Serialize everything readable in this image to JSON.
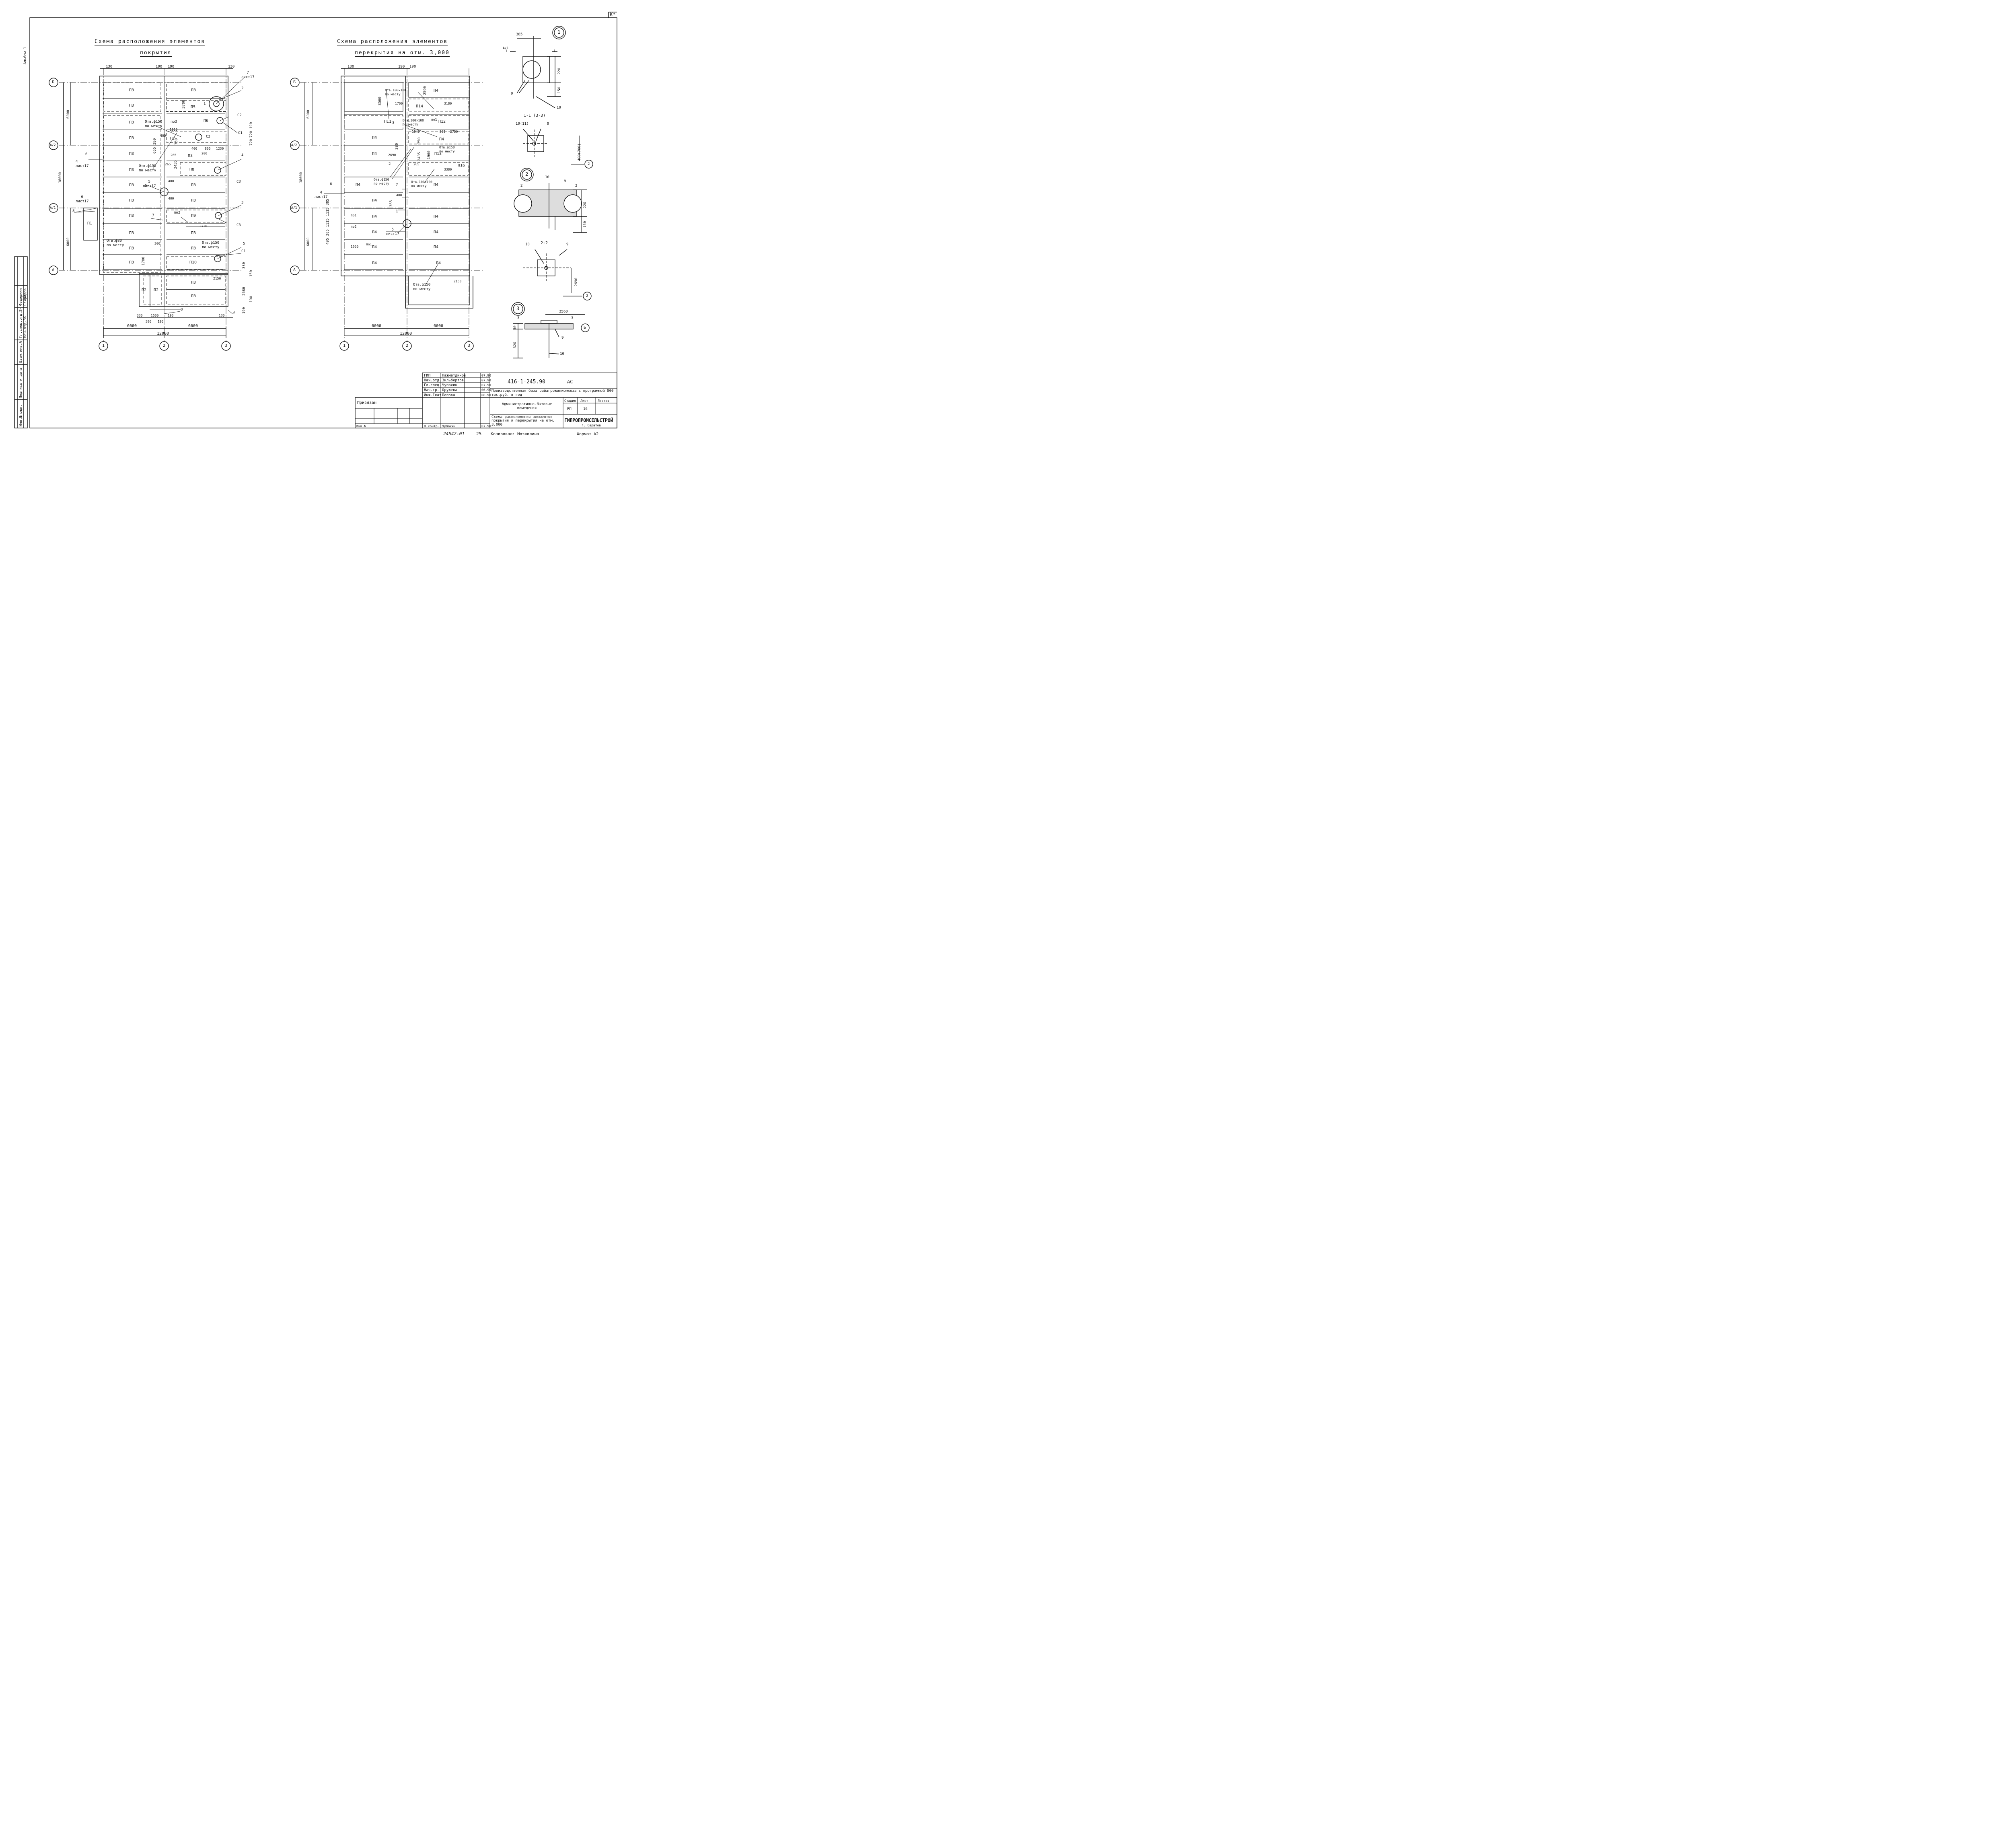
{
  "album_label": "Альбом 1",
  "corner_mark": "К*",
  "left_plan": {
    "title_line1": "Схема расположения элементов",
    "title_line2": "покрытия",
    "top_dims": [
      "130",
      "190",
      "190",
      "130"
    ],
    "axes_rows": [
      "Б",
      "А/2",
      "А/1",
      "А"
    ],
    "axes_cols": [
      "1",
      "2",
      "3"
    ],
    "left_dims": [
      "6000",
      "18000",
      "6000"
    ],
    "bottom_dims": [
      "6000",
      "6000",
      "12000",
      "330",
      "380",
      "1500",
      "190",
      "190",
      "130"
    ],
    "right_dims": [
      "190",
      "720",
      "720",
      "380",
      "150",
      "2680",
      "190",
      "190"
    ],
    "slabs_left": [
      "П3",
      "П3",
      "П3",
      "П3",
      "П3",
      "П3",
      "П3",
      "П3",
      "П3",
      "П3",
      "П3",
      "П3"
    ],
    "slabs_right": [
      "П3",
      "П5",
      "П6",
      "П7",
      "П3",
      "П8",
      "П3",
      "П3",
      "П9",
      "П3",
      "П3",
      "П10"
    ],
    "annex_slabs": [
      "П2",
      "П2",
      "П3",
      "П3"
    ],
    "p1": "П1",
    "notes": {
      "sheet17_a": "7\nлист17",
      "n2": "2",
      "n1": "1",
      "c2": "С2",
      "c1": "С1",
      "c3": "С3",
      "n4": "4",
      "n3": "3",
      "n5": "5",
      "n6": "6",
      "n8": "8",
      "n7": "7",
      "po3": "по3",
      "po2": "по2",
      "otv150": "Отв.ф150\nпо месту",
      "otv150b": "Отв.ф150\nпо месту",
      "otv80": "Отв.ф80\nпо месту",
      "otv150c": "Отв.ф150\nпо месту",
      "list17_4": "4\nлист17",
      "list17_5": "5\nлист17",
      "list17_6": "6\nлист17",
      "d3700": "3700",
      "d1910": "1910",
      "d400": "400",
      "d380": "380",
      "d655": "655",
      "d750": "750",
      "d265": "265",
      "d2435": "2435",
      "d800": "800",
      "d1230": "1230",
      "d200": "200",
      "d3730": "3730",
      "d300": "300",
      "d1700": "1700",
      "d2150": "2150"
    }
  },
  "right_plan": {
    "title_line1": "Схема расположения элементов",
    "title_line2": "перекрытия на отм. 3,000",
    "top_dims": [
      "130",
      "190",
      "190"
    ],
    "axes_rows": [
      "Б",
      "А/2",
      "А/1",
      "А"
    ],
    "axes_cols": [
      "1",
      "2",
      "3"
    ],
    "left_dims": [
      "6000",
      "18000",
      "6000"
    ],
    "bottom_dims": [
      "6000",
      "6000",
      "12000"
    ],
    "slabs_left": [
      "П11",
      "П4",
      "П4",
      "П4",
      "П4",
      "П4",
      "П4",
      "П4",
      "П4"
    ],
    "slabs_right": [
      "П4",
      "П14",
      "П12",
      "П4",
      "П13",
      "П16",
      "П4",
      "П4",
      "П4",
      "П4",
      "П4"
    ],
    "notes": {
      "otv100": "Отв.100×180\nпо месту",
      "otv100b": "Отв.100×100\nпо месту",
      "otv150": "Отв.ф150\nпо месту",
      "otv150b": "Отв.ф150\nпо месту",
      "otv150c": "Отв.ф150\nпо месту",
      "otv100c": "Отв.100×100\nпо месту",
      "po1": "по1",
      "po2": "по2",
      "po1b": "по1",
      "po1c": "по1",
      "list17_4": "4\nлист17",
      "list17_5": "5\nлист17",
      "n6": "6",
      "n7": "7",
      "n3": "3",
      "n2": "2",
      "n1": "1",
      "d3560": "3560",
      "d1700": "1700",
      "d2590": "2590",
      "d3180": "3180",
      "d1940": "1940",
      "d369": "369",
      "d2750": "2750",
      "d380": "380",
      "d750": "750",
      "d2435": "2435",
      "d1960": "1960",
      "d2690": "2690",
      "d265": "265",
      "d3380": "3380",
      "d400": "400",
      "d385": "385",
      "d1900": "1900",
      "d2150": "2150",
      "vdims": "495 385 1115 1115 385"
    }
  },
  "details": {
    "d1_num": "1",
    "d1_dim": "385",
    "d1_axis": "А/1",
    "d1_h1": "220",
    "d1_h2": "150",
    "d1_n9": "9",
    "d1_n10": "10",
    "sec11_title": "1-1 (3-3)",
    "sec11_n10": "10(11)",
    "sec11_n9": "9",
    "sec11_dim": "400(700)",
    "sec11_axis": "2",
    "d2_num": "2",
    "d2_n10": "10",
    "d2_n9": "9",
    "d2_h1": "220",
    "d2_h2": "150",
    "sec22_title": "2-2",
    "sec22_n10": "10",
    "sec22_n9": "9",
    "sec22_dim": "2690",
    "sec22_axis": "2",
    "d3_num": "3",
    "d3_dim": "3560",
    "d3_axis": "Б",
    "d3_h1": "50",
    "d3_h2": "320",
    "d3_n9": "9",
    "d3_n10": "10",
    "cut_1": "1",
    "cut_2": "2",
    "cut_3": "3"
  },
  "left_stamp": {
    "rows": [
      "Гл.спец.отд.ЭН",
      "Нач.отд.ВК"
    ],
    "names": [
      "Федоркин",
      "Свиридов"
    ],
    "cols": [
      "Инв.№подл.",
      "Подпись и дата",
      "Взам.инв.№"
    ]
  },
  "title_block": {
    "roles": [
      "ГИП",
      "Нач.отд.",
      "Гл.спец.",
      "Нач.гр.",
      "Инж.Iкат."
    ],
    "names": [
      "Нажметдинов",
      "Зильбертов",
      "Чупахин",
      "Оружева",
      "Попова"
    ],
    "dates": [
      "07.90",
      "07.90",
      "07.90",
      "06.90",
      "06.90"
    ],
    "code": "416-1-245.90",
    "mark": "АС",
    "project": "Производственная база райагрожилкомхоза с программой 800 тыс.руб. в год",
    "building": "Административно-бытовые помещения",
    "sheet_title": "Схема расположения элементов покрытия и перекрытия на отм. 3,000",
    "stage_h": "Стадия",
    "sheet_h": "Лист",
    "sheets_h": "Листов",
    "stage": "РП",
    "sheet": "16",
    "org": "ГИПРОПРОМСЕЛЬСТРОЙ",
    "city": "г. Саратов",
    "privyazan": "Привязан",
    "inv": "Инв.№",
    "nkontr": "Н.контр.",
    "nkontr_name": "Чупахин",
    "nkontr_date": "07.90",
    "bottom_code": "24542-01",
    "bottom_num": "25",
    "kopiroval": "Копировал: Мозжилина",
    "format": "Формат А2"
  }
}
